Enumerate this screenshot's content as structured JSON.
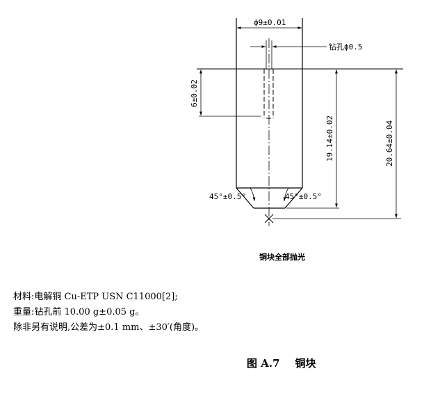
{
  "drawing": {
    "dim_top_diameter": "ϕ9±0.01",
    "dim_drill": "钻孔ϕ0.5",
    "dim_left_depth": "6±0.02",
    "dim_body_height": "19.14±0.02",
    "dim_total_height": "20.64±0.04",
    "dim_chamfer_left": "45°±0.5°",
    "dim_chamfer_right": "45°±0.5°"
  },
  "polish_note": "铜块全部抛光",
  "notes": [
    "材料:电解铜 Cu-ETP USN C11000[2];",
    "重量:钻孔前 10.00 g±0.05 g。",
    "除非另有说明,公差为±0.1 mm、±30′(角度)。"
  ],
  "caption": {
    "label": "图 A.7",
    "title": "铜块"
  }
}
